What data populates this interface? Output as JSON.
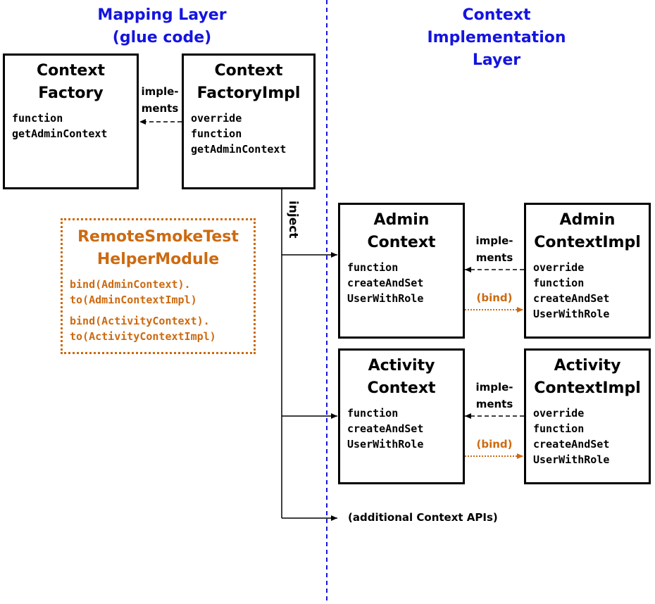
{
  "layers": {
    "mapping": {
      "line1": "Mapping Layer",
      "line2": "(glue code)"
    },
    "implementation": {
      "line1": "Context",
      "line2": "Implementation",
      "line3": "Layer"
    }
  },
  "boxes": {
    "context_factory": {
      "title": [
        "Context",
        "Factory"
      ],
      "code": [
        "function",
        "getAdminContext"
      ]
    },
    "context_factory_impl": {
      "title": [
        "Context",
        "FactoryImpl"
      ],
      "code": [
        "override",
        "function",
        "getAdminContext"
      ]
    },
    "admin_context": {
      "title": [
        "Admin",
        "Context"
      ],
      "code": [
        "function",
        "createAndSet",
        "UserWithRole"
      ]
    },
    "admin_context_impl": {
      "title": [
        "Admin",
        "ContextImpl"
      ],
      "code": [
        "override",
        "function",
        "createAndSet",
        "UserWithRole"
      ]
    },
    "activity_context": {
      "title": [
        "Activity",
        "Context"
      ],
      "code": [
        "function",
        "createAndSet",
        "UserWithRole"
      ]
    },
    "activity_context_impl": {
      "title": [
        "Activity",
        "ContextImpl"
      ],
      "code": [
        "override",
        "function",
        "createAndSet",
        "UserWithRole"
      ]
    }
  },
  "helper_module": {
    "title": [
      "RemoteSmokeTest",
      "HelperModule"
    ],
    "bindings": [
      [
        "bind(AdminContext).",
        "to(AdminContextImpl)"
      ],
      [
        "bind(ActivityContext).",
        "to(ActivityContextImpl)"
      ]
    ]
  },
  "edge_labels": {
    "implements": [
      "imple-",
      "ments"
    ],
    "bind": "(bind)",
    "inject": "inject",
    "additional": "(additional Context APIs)"
  },
  "colors": {
    "layer_title": "#1414e0",
    "helper": "#cc6a10",
    "divider": "#1414e0"
  }
}
